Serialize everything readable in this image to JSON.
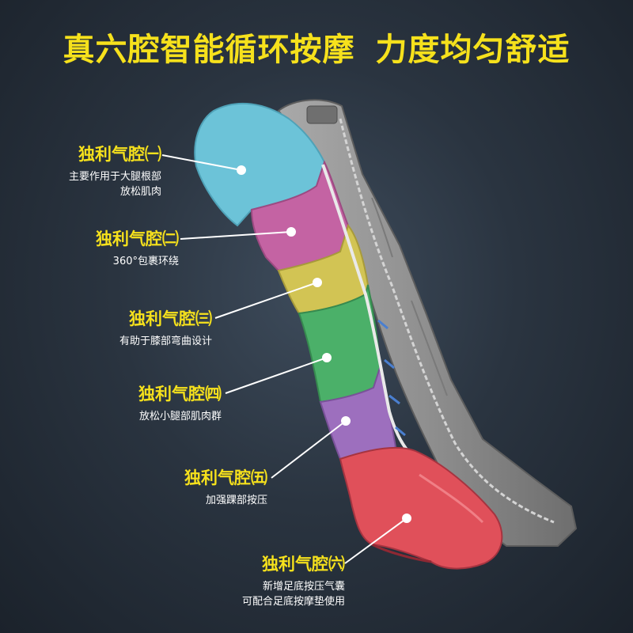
{
  "headline": {
    "left": "真六腔智能循环按摩",
    "right": "力度均匀舒适"
  },
  "chambers": [
    {
      "title": "独利气腔㈠",
      "desc": [
        "主要作用于大腿根部",
        "放松肌肉"
      ],
      "color": "#6cc3d8"
    },
    {
      "title": "独利气腔㈡",
      "desc": [
        "360°包裹环绕"
      ],
      "color": "#c463a3"
    },
    {
      "title": "独利气腔㈢",
      "desc": [
        "有助于膝部弯曲设计"
      ],
      "color": "#d2c454"
    },
    {
      "title": "独利气腔㈣",
      "desc": [
        "放松小腿部肌肉群"
      ],
      "color": "#4bb069"
    },
    {
      "title": "独利气腔㈤",
      "desc": [
        "加强踝部按压"
      ],
      "color": "#9d6fbe"
    },
    {
      "title": "独利气腔㈥",
      "desc": [
        "新增足底按压气囊",
        "可配合足底按摩垫使用"
      ],
      "color": "#e0505a"
    }
  ],
  "colors": {
    "accent": "#f6e11c",
    "background": "#2a3440",
    "sleeve_gray": "#8a8a8a"
  }
}
